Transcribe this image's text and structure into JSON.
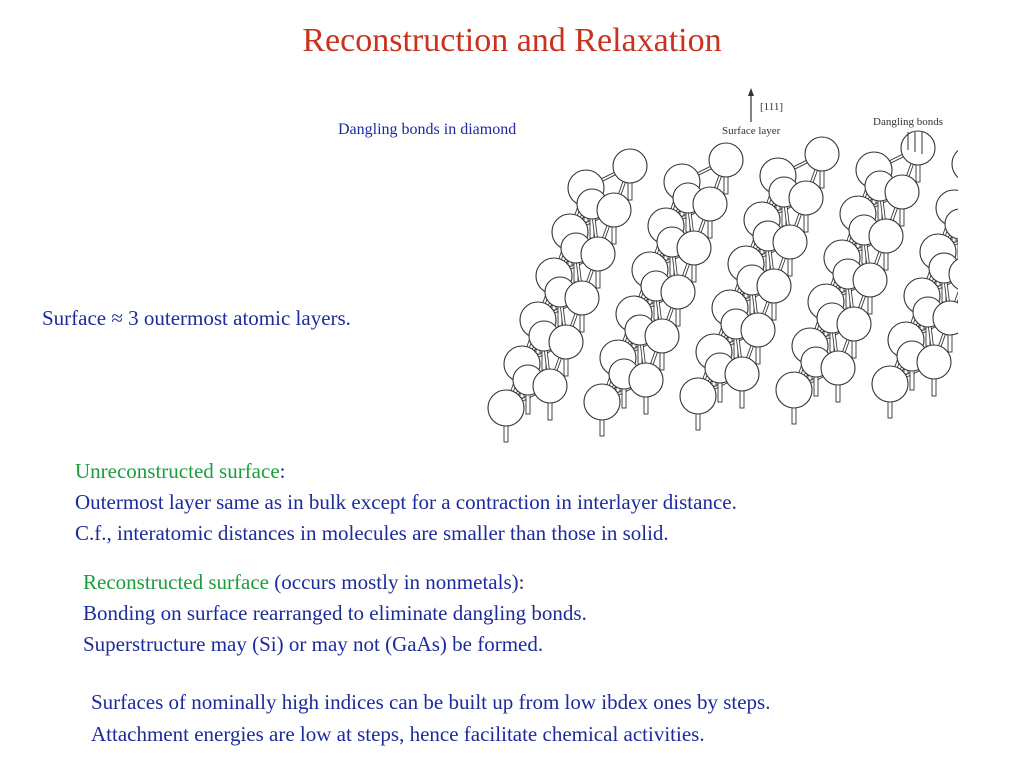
{
  "title": "Reconstruction and Relaxation",
  "colors": {
    "title": "#c8321e",
    "blue": "#1c2b9c",
    "green": "#1a9e3c",
    "lattice_line": "#333333"
  },
  "figure": {
    "caption": "Dangling bonds in diamond",
    "direction_label": "[111]",
    "surface_layer_label": "Surface layer",
    "dangling_bonds_label": "Dangling bonds"
  },
  "surface_note": "Surface ≈ 3 outermost atomic layers.",
  "unreconstructed": {
    "heading": "Unreconstructed surface",
    "colon": ":",
    "line1": "Outermost layer same as in bulk except for a contraction in interlayer distance.",
    "line2": "C.f.,  interatomic distances in molecules are smaller than those in solid."
  },
  "reconstructed": {
    "heading": "Reconstructed surface",
    "heading_rest": " (occurs mostly in nonmetals):",
    "line1": "Bonding on surface rearranged to eliminate dangling bonds.",
    "line2": "Superstructure may (Si) or may not (GaAs) be formed."
  },
  "steps": {
    "line1": "Surfaces of nominally high indices can be built up from low ibdex ones by steps.",
    "line2": "Attachment energies  are low at steps, hence facilitate chemical activities."
  }
}
